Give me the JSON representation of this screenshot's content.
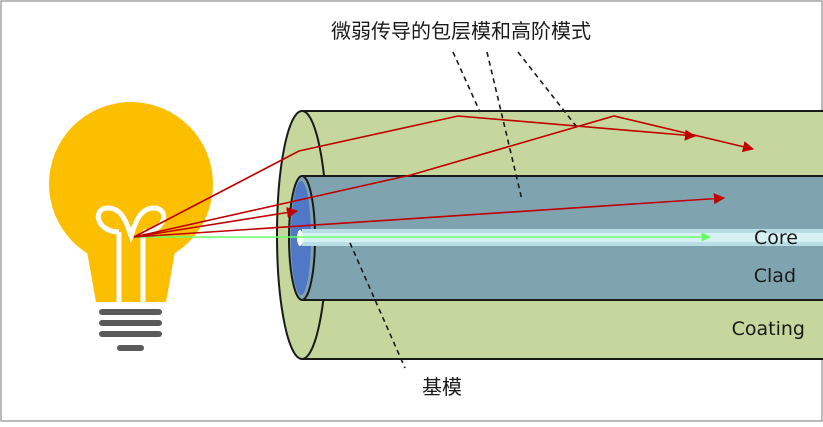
{
  "labels": {
    "higher_modes": "微弱传导的包层模和高阶模式",
    "fundamental_mode": "基模",
    "core": "Core",
    "clad": "Clad",
    "coating": "Coating"
  },
  "colors": {
    "coating": "#c6d79d",
    "clad": "#7fa4b0",
    "core_highlight": "#d6f0f4",
    "face_blue": "#4f78c6",
    "bulb": "#fbbf00",
    "bulb_base": "#5a5a5a",
    "ray_red": "#c00000",
    "ray_green": "#66ff66",
    "outline": "#1a1a1a",
    "frame": "#8c8c8c"
  },
  "icons": {
    "bulb": "light-bulb-icon"
  }
}
